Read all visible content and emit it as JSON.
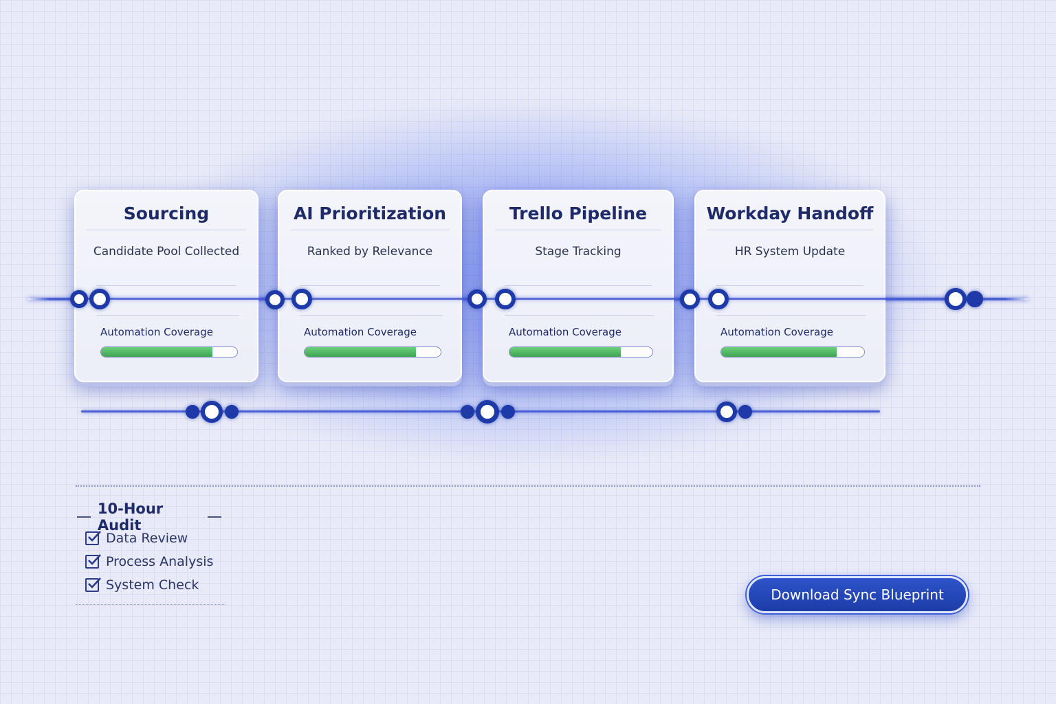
{
  "stages": [
    {
      "title": "Sourcing",
      "subtitle": "Candidate Pool Collected",
      "coverage_label": "Automation Coverage",
      "coverage": 0.82
    },
    {
      "title": "AI Prioritization",
      "subtitle": "Ranked by Relevance",
      "coverage_label": "Automation Coverage",
      "coverage": 0.82
    },
    {
      "title": "Trello Pipeline",
      "subtitle": "Stage Tracking",
      "coverage_label": "Automation Coverage",
      "coverage": 0.78
    },
    {
      "title": "Workday Handoff",
      "subtitle": "HR System Update",
      "coverage_label": "Automation Coverage",
      "coverage": 0.81
    }
  ],
  "audit": {
    "title": "10-Hour Audit",
    "items": [
      {
        "label": "Data Review",
        "checked": true
      },
      {
        "label": "Process Analysis",
        "checked": true
      },
      {
        "label": "System Check",
        "checked": true
      }
    ]
  },
  "cta": {
    "label": "Download Sync Blueprint"
  },
  "colors": {
    "accent": "#1e3aa8",
    "progress": "#4caf5e",
    "glow": "#3c5aeb"
  }
}
